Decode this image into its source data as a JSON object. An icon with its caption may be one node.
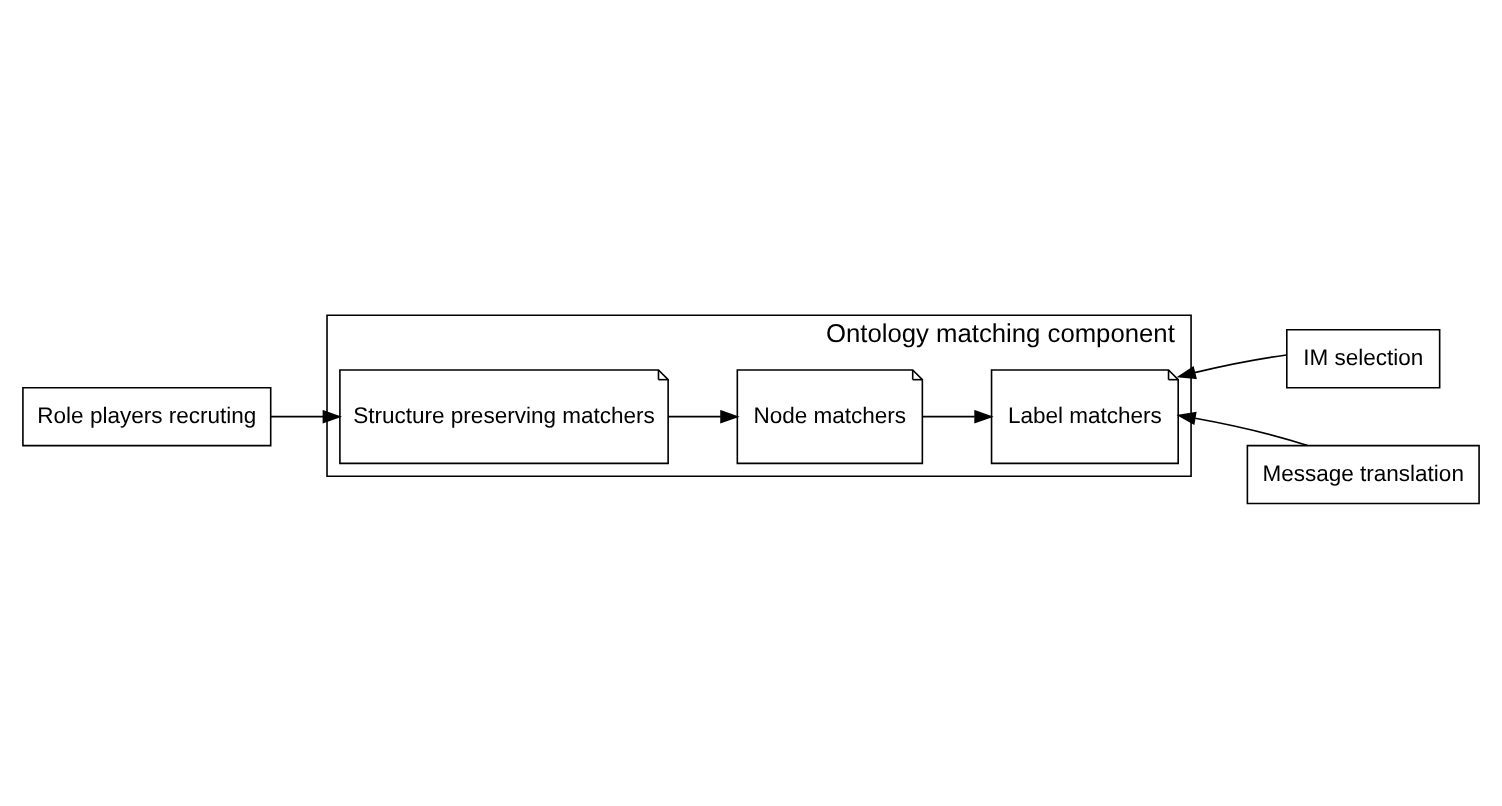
{
  "diagram": {
    "nodes": [
      {
        "text": [
          "Ontology matching component"
        ]
      },
      {
        "text": [
          "Role players recruting"
        ]
      },
      {
        "text": [
          "Structure preserving matchers"
        ],
        "in": 0
      },
      {
        "text": [
          "Node matchers"
        ],
        "in": 0
      },
      {
        "text": [
          "Label matchers"
        ],
        "in": 0
      },
      {
        "text": [
          "IM selection"
        ]
      },
      {
        "text": [
          "Message translation"
        ]
      }
    ],
    "edges": [
      {
        "from": 1,
        "to": 2,
        "arrow": "to"
      },
      {
        "from": 2,
        "to": 3,
        "arrow": "to"
      },
      {
        "from": 3,
        "to": 4,
        "arrow": "to"
      },
      {
        "from": 5,
        "to": 4,
        "arrow": "to"
      },
      {
        "from": 6,
        "to": 4,
        "arrow": "to"
      }
    ]
  }
}
